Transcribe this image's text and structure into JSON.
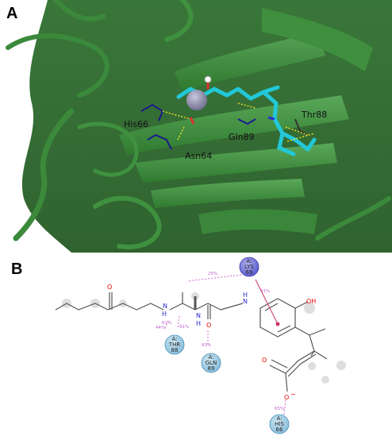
{
  "panel_labels": {
    "a": "A",
    "b": "B"
  },
  "panel_a": {
    "residues": [
      "His66",
      "Asn64",
      "Gln89",
      "Thr88"
    ]
  },
  "panel_b": {
    "residues": {
      "lys": [
        "A:",
        "LYS",
        "69"
      ],
      "thr": [
        "A:",
        "THR",
        "88"
      ],
      "gln": [
        "A:",
        "GLN",
        "89"
      ],
      "his": [
        "A:",
        "HIS",
        "66"
      ]
    },
    "atoms": {
      "o1": "O",
      "n1": "N",
      "h1": "H",
      "n2": "N",
      "h2": "H",
      "o2": "O",
      "n3": "N",
      "h3": "H",
      "oh": "OH",
      "o3": "O",
      "o4": "O",
      "o4_charge": "−"
    },
    "percentages": {
      "lys_o": "25%",
      "lys_ring": "41%",
      "thr_a": "44%",
      "thr_b": "61%",
      "thr_c": "91%",
      "gln": "93%",
      "his": "65%"
    },
    "colors": {
      "blue_node": "#7fb8d8",
      "purple_node": "#6a6ad8",
      "interaction": "#cc66cc"
    }
  }
}
